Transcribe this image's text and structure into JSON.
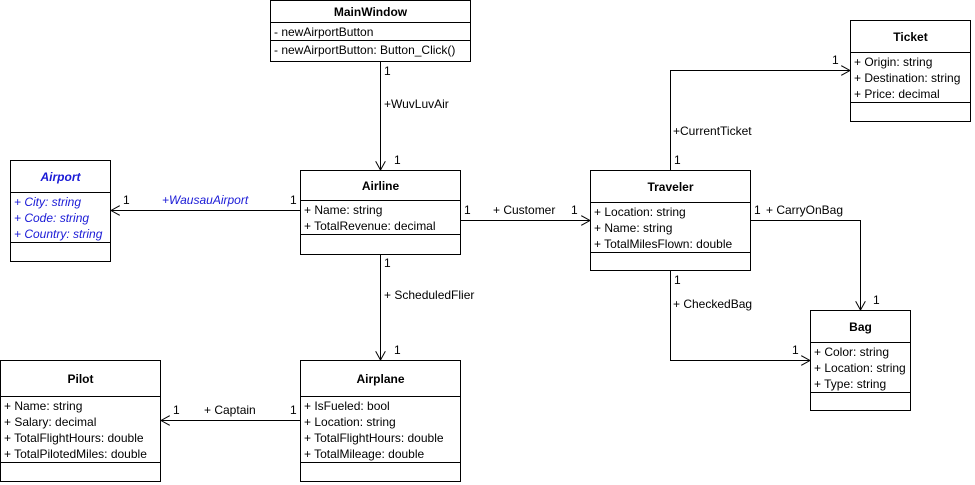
{
  "classes": {
    "mainwindow": {
      "name": "MainWindow",
      "attributes": [
        "- newAirportButton"
      ],
      "operations": [
        "- newAirportButton: Button_Click()"
      ]
    },
    "ticket": {
      "name": "Ticket",
      "attributes": [
        "+ Origin: string",
        "+ Destination: string",
        "+ Price: decimal"
      ],
      "operations": []
    },
    "airport": {
      "name": "Airport",
      "attributes": [
        "+ City: string",
        "+ Code: string",
        "+ Country: string"
      ],
      "operations": []
    },
    "airline": {
      "name": "Airline",
      "attributes": [
        "+ Name: string",
        "+ TotalRevenue: decimal"
      ],
      "operations": []
    },
    "traveler": {
      "name": "Traveler",
      "attributes": [
        "+ Location: string",
        "+ Name: string",
        "+ TotalMilesFlown: double"
      ],
      "operations": []
    },
    "bag": {
      "name": "Bag",
      "attributes": [
        "+ Color: string",
        "+ Location: string",
        "+ Type: string"
      ],
      "operations": []
    },
    "pilot": {
      "name": "Pilot",
      "attributes": [
        "+ Name: string",
        "+ Salary: decimal",
        "+ TotalFlightHours: double",
        "+ TotalPilotedMiles: double"
      ],
      "operations": []
    },
    "airplane": {
      "name": "Airplane",
      "attributes": [
        "+ IsFueled: bool",
        "+ Location: string",
        "+ TotalFlightHours: double",
        "+ TotalMileage: double"
      ],
      "operations": []
    }
  },
  "associations": {
    "wuvluvair": {
      "role": "+WuvLuvAir",
      "source_mult": "1",
      "target_mult": "1"
    },
    "wausauairport": {
      "role": "+WausauAirport",
      "source_mult": "1",
      "target_mult": "1"
    },
    "customer": {
      "role": "+ Customer",
      "source_mult": "1",
      "target_mult": "1"
    },
    "scheduledflier": {
      "role": "+ ScheduledFlier",
      "source_mult": "1",
      "target_mult": "1"
    },
    "captain": {
      "role": "+ Captain",
      "source_mult": "1",
      "target_mult": "1"
    },
    "currentticket": {
      "role": "+CurrentTicket",
      "source_mult": "1",
      "target_mult": "1"
    },
    "carryonbag": {
      "role": "+ CarryOnBag",
      "source_mult": "1",
      "target_mult": "1"
    },
    "checkedbag": {
      "role": "+ CheckedBag",
      "source_mult": "1",
      "target_mult": "1"
    }
  },
  "colors": {
    "line": "#000000",
    "abstract_text": "#1a1ad6"
  }
}
